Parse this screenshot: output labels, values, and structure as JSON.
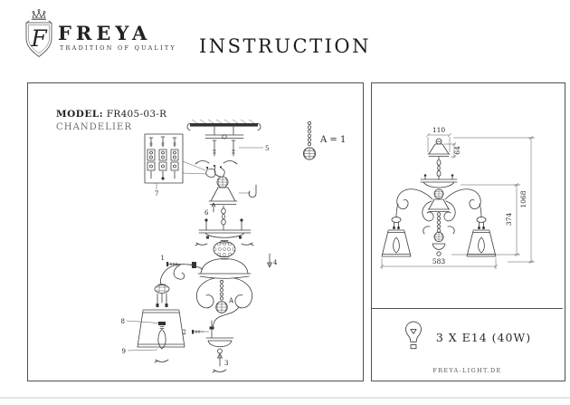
{
  "header": {
    "brand": "FREYA",
    "tagline": "TRADITION OF QUALITY",
    "title": "INSTRUCTION"
  },
  "left_panel": {
    "model_label": "MODEL:",
    "model_value": "FR405-03-R",
    "product_type": "CHANDELIER",
    "legend": "A = 1",
    "parts": {
      "p1": "1",
      "p2": "2",
      "p3": "3",
      "p4": "4",
      "p5": "5",
      "p6": "6",
      "p7": "7",
      "p8": "8",
      "p9": "9",
      "pA": "A"
    }
  },
  "right_panel": {
    "dimensions": {
      "canopy_width": "110",
      "canopy_height": "64",
      "total_height": "1068",
      "body_height": "374",
      "width": "583"
    },
    "bulb_spec": "3 X E14 (40W)",
    "website": "FREYA-LIGHT.DE"
  },
  "colors": {
    "ink": "#2b2b2b",
    "line": "#3c3c3c",
    "border": "#4f4f4f"
  }
}
